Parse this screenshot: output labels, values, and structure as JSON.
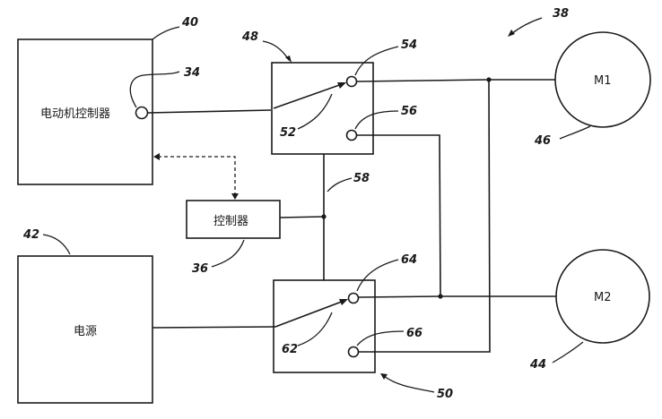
{
  "labels": {
    "motor_controller": "电动机控制器",
    "controller": "控制器",
    "power_supply": "电源",
    "motor1": "M1",
    "motor2": "M2"
  },
  "refs": {
    "r38": "38",
    "r40": "40",
    "r34": "34",
    "r48": "48",
    "r54": "54",
    "r56": "56",
    "r52": "52",
    "r58": "58",
    "r36": "36",
    "r42": "42",
    "r64": "64",
    "r66": "66",
    "r62": "62",
    "r50": "50",
    "r46": "46",
    "r44": "44"
  }
}
